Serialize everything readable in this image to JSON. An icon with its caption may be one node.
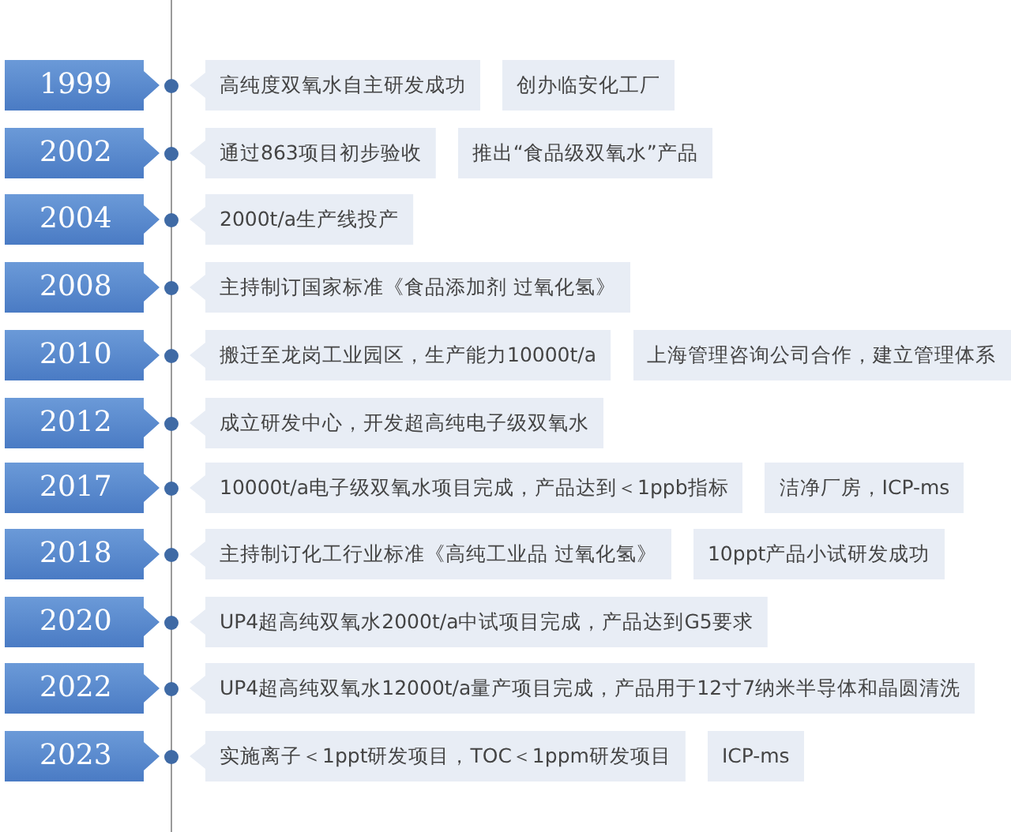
{
  "diagram": {
    "nodes": [
      {
        "text": [
          "1999"
        ]
      },
      {
        "text": [
          "高纯度双氧水自主研发成功"
        ]
      },
      {
        "text": [
          "创办临安化工厂"
        ]
      },
      {
        "text": [
          "2002"
        ]
      },
      {
        "text": [
          "通过863项目初步验收"
        ]
      },
      {
        "text": [
          "推出“食品级双氧水”产品"
        ]
      },
      {
        "text": [
          "2004"
        ]
      },
      {
        "text": [
          "2000t/a生产线投产"
        ]
      },
      {
        "text": [
          "2008"
        ]
      },
      {
        "text": [
          "主持制订国家标准《食品添加剂 过氧化氢》"
        ]
      },
      {
        "text": [
          "2010"
        ]
      },
      {
        "text": [
          "搬迁至龙岗工业园区，生产能力10000t/a"
        ]
      },
      {
        "text": [
          "上海管理咨询公司合作，建立管理体系"
        ]
      },
      {
        "text": [
          "2012"
        ]
      },
      {
        "text": [
          "成立研发中心，开发超高纯电子级双氧水"
        ]
      },
      {
        "text": [
          "2017"
        ]
      },
      {
        "text": [
          "10000t/a电子级双氧水项目完成，产品达到＜1ppb指标"
        ]
      },
      {
        "text": [
          "洁净厂房，ICP-ms"
        ]
      },
      {
        "text": [
          "2018"
        ]
      },
      {
        "text": [
          "主持制订化工行业标准《高纯工业品 过氧化氢》"
        ]
      },
      {
        "text": [
          "10ppt产品小试研发成功"
        ]
      },
      {
        "text": [
          "2020"
        ]
      },
      {
        "text": [
          "UP4超高纯双氧水2000t/a中试项目完成，产品达到G5要求"
        ]
      },
      {
        "text": [
          "2022"
        ]
      },
      {
        "text": [
          "UP4超高纯双氧水12000t/a量产项目完成，产品用于12寸7纳米半导体和晶圆清洗"
        ]
      },
      {
        "text": [
          "2023"
        ]
      },
      {
        "text": [
          "实施离子＜1ppt研发项目，TOC＜1ppm研发项目"
        ]
      },
      {
        "text": [
          "ICP-ms"
        ]
      }
    ]
  }
}
